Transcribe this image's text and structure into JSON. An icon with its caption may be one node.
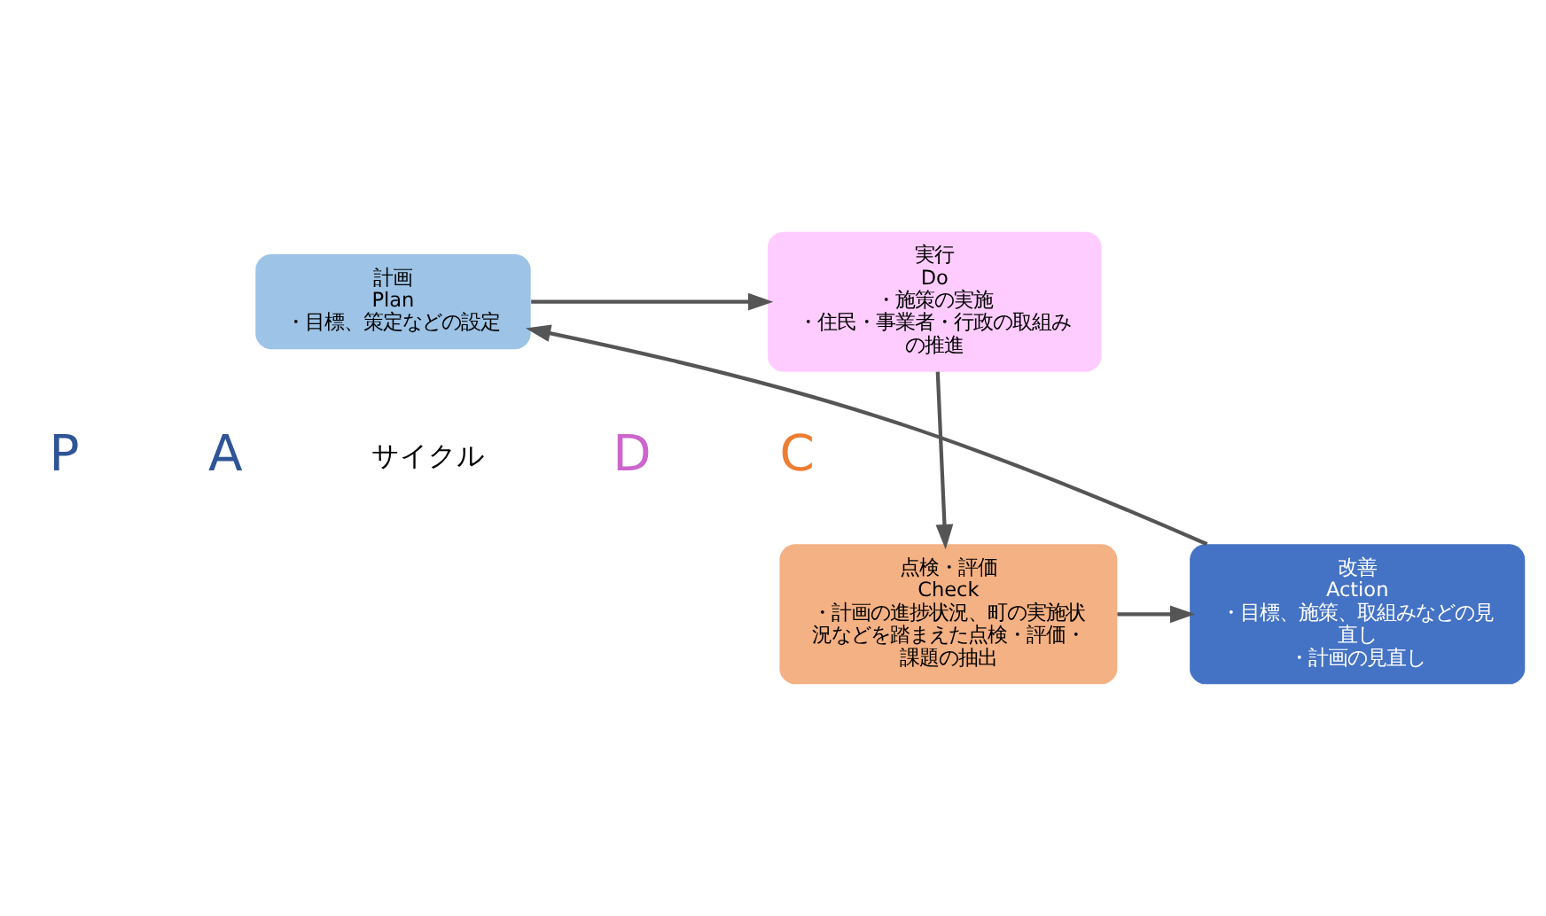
{
  "diagram": {
    "nodes": [
      {
        "text": [
          "計画",
          "Plan",
          "・目標、策定などの設定"
        ]
      },
      {
        "text": [
          "実行",
          "Do",
          "・施策の実施",
          "・住民・事業者・行政の取組みの推進"
        ]
      },
      {
        "text": [
          "点検・評価",
          "Check",
          "・計画の進捗状況、町の実施状況などを踏まえた点検・評価・課題の抽出"
        ]
      },
      {
        "text": [
          "改善",
          "Action",
          "・目標、施策、取組みなどの見直し",
          "・計画の見直し"
        ]
      }
    ],
    "edges": [
      {
        "from": 0,
        "to": 1,
        "arrow": "to"
      },
      {
        "from": 1,
        "to": 2,
        "arrow": "to"
      },
      {
        "from": 2,
        "to": 3,
        "arrow": "to"
      },
      {
        "from": 3,
        "to": 0,
        "arrow": "to"
      }
    ],
    "labels": [
      "P",
      "A",
      "サイクル",
      "D",
      "C"
    ]
  }
}
